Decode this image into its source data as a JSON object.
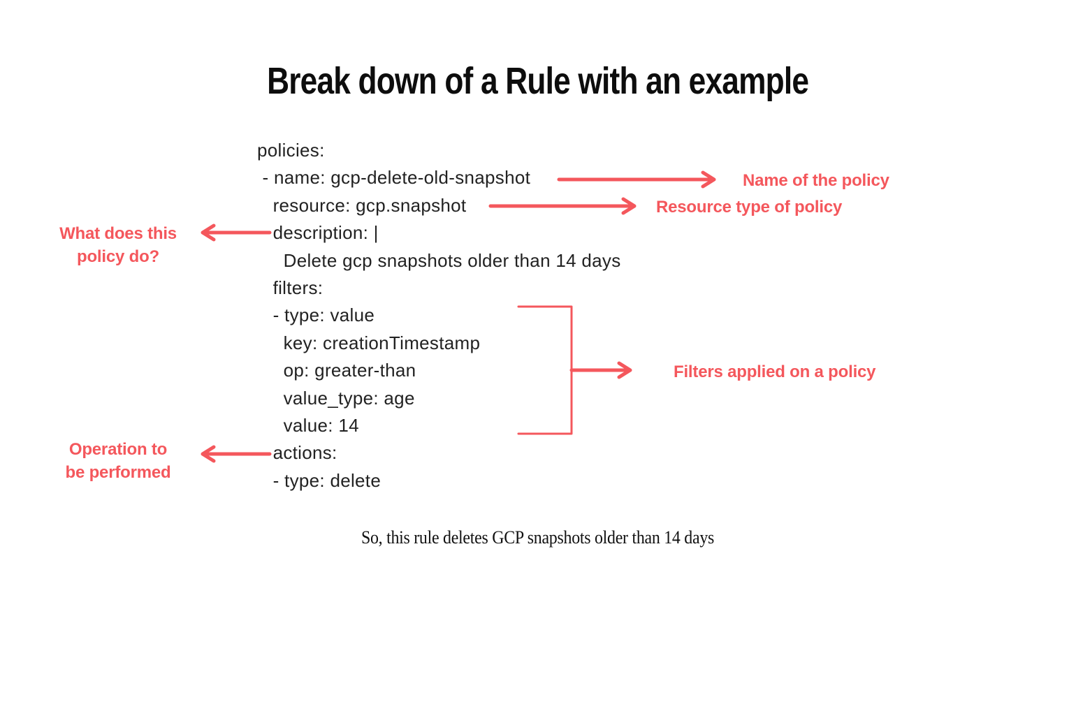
{
  "title": "Break down of a Rule with an example",
  "code": {
    "language": "yaml",
    "lines": [
      "policies:",
      " - name: gcp-delete-old-snapshot",
      "   resource: gcp.snapshot",
      "   description: |",
      "     Delete gcp snapshots older than 14 days",
      "   filters:",
      "   - type: value",
      "     key: creationTimestamp",
      "     op: greater-than",
      "     value_type: age",
      "     value: 14",
      "   actions:",
      "   - type: delete"
    ]
  },
  "annotations": {
    "name": "Name of the policy",
    "resource": "Resource type of policy",
    "description_line1": "What does this",
    "description_line2": "policy do?",
    "filters": "Filters applied on a policy",
    "operation_line1": "Operation to",
    "operation_line2": "be performed"
  },
  "conclusion": "So, this rule deletes GCP snapshots older than 14 days",
  "colors": {
    "accent": "#f4575c",
    "title_text": "#0d0d0d",
    "code_text": "#222222",
    "background": "#ffffff"
  }
}
